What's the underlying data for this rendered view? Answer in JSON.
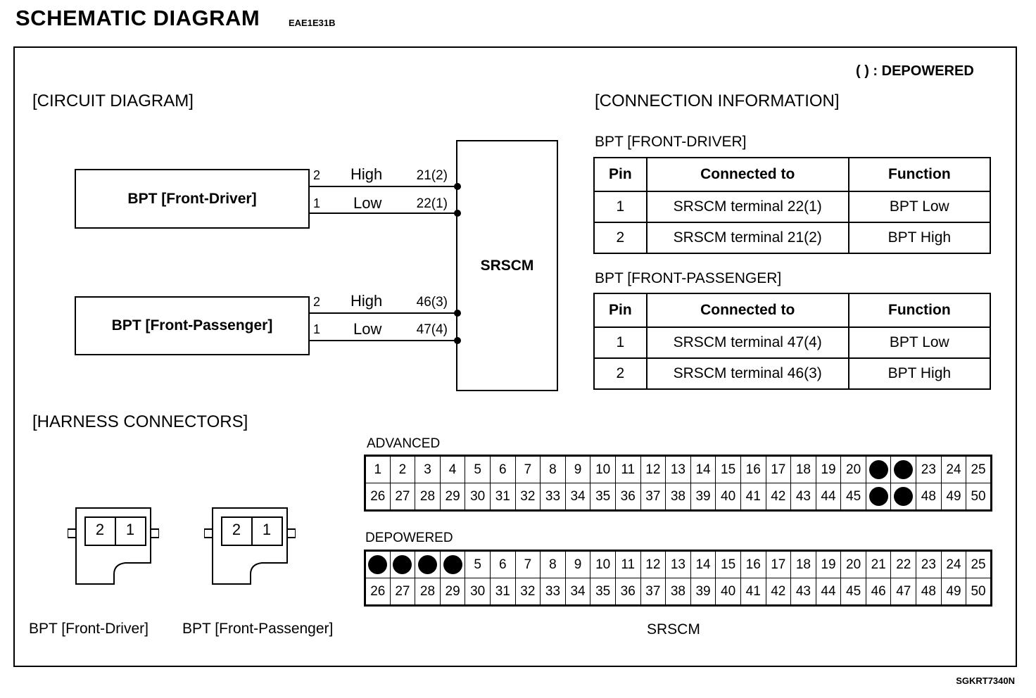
{
  "header": {
    "title": "SCHEMATIC DIAGRAM",
    "code": "EAE1E31B",
    "figure_id": "SGKRT7340N"
  },
  "legend": "(    ) : DEPOWERED",
  "sections": {
    "circuit": "[CIRCUIT DIAGRAM]",
    "connection": "[CONNECTION INFORMATION]",
    "harness": "[HARNESS CONNECTORS]"
  },
  "circuit": {
    "srscm": "SRSCM",
    "driver": {
      "label": "BPT [Front-Driver]",
      "wires": [
        {
          "pin": "2",
          "name": "High",
          "terminal": "21(2)"
        },
        {
          "pin": "1",
          "name": "Low",
          "terminal": "22(1)"
        }
      ]
    },
    "passenger": {
      "label": "BPT [Front-Passenger]",
      "wires": [
        {
          "pin": "2",
          "name": "High",
          "terminal": "46(3)"
        },
        {
          "pin": "1",
          "name": "Low",
          "terminal": "47(4)"
        }
      ]
    }
  },
  "tables": {
    "headers": [
      "Pin",
      "Connected to",
      "Function"
    ],
    "driver": {
      "caption": "BPT [FRONT-DRIVER]",
      "rows": [
        [
          "1",
          "SRSCM terminal 22(1)",
          "BPT Low"
        ],
        [
          "2",
          "SRSCM terminal 21(2)",
          "BPT High"
        ]
      ]
    },
    "passenger": {
      "caption": "BPT [FRONT-PASSENGER]",
      "rows": [
        [
          "1",
          "SRSCM terminal 47(4)",
          "BPT Low"
        ],
        [
          "2",
          "SRSCM terminal 46(3)",
          "BPT High"
        ]
      ]
    }
  },
  "harness": {
    "advanced_label": "ADVANCED",
    "depowered_label": "DEPOWERED",
    "advanced_rows": [
      [
        "1",
        "2",
        "3",
        "4",
        "5",
        "6",
        "7",
        "8",
        "9",
        "10",
        "11",
        "12",
        "13",
        "14",
        "15",
        "16",
        "17",
        "18",
        "19",
        "20",
        "●",
        "●",
        "23",
        "24",
        "25"
      ],
      [
        "26",
        "27",
        "28",
        "29",
        "30",
        "31",
        "32",
        "33",
        "34",
        "35",
        "36",
        "37",
        "38",
        "39",
        "40",
        "41",
        "42",
        "43",
        "44",
        "45",
        "●",
        "●",
        "48",
        "49",
        "50"
      ]
    ],
    "depowered_rows": [
      [
        "●",
        "●",
        "●",
        "●",
        "5",
        "6",
        "7",
        "8",
        "9",
        "10",
        "11",
        "12",
        "13",
        "14",
        "15",
        "16",
        "17",
        "18",
        "19",
        "20",
        "21",
        "22",
        "23",
        "24",
        "25"
      ],
      [
        "26",
        "27",
        "28",
        "29",
        "30",
        "31",
        "32",
        "33",
        "34",
        "35",
        "36",
        "37",
        "38",
        "39",
        "40",
        "41",
        "42",
        "43",
        "44",
        "45",
        "46",
        "47",
        "48",
        "49",
        "50"
      ]
    ],
    "srscm_label": "SRSCM",
    "connector_pins": [
      "2",
      "1"
    ],
    "driver_label": "BPT [Front-Driver]",
    "passenger_label": "BPT [Front-Passenger]"
  }
}
